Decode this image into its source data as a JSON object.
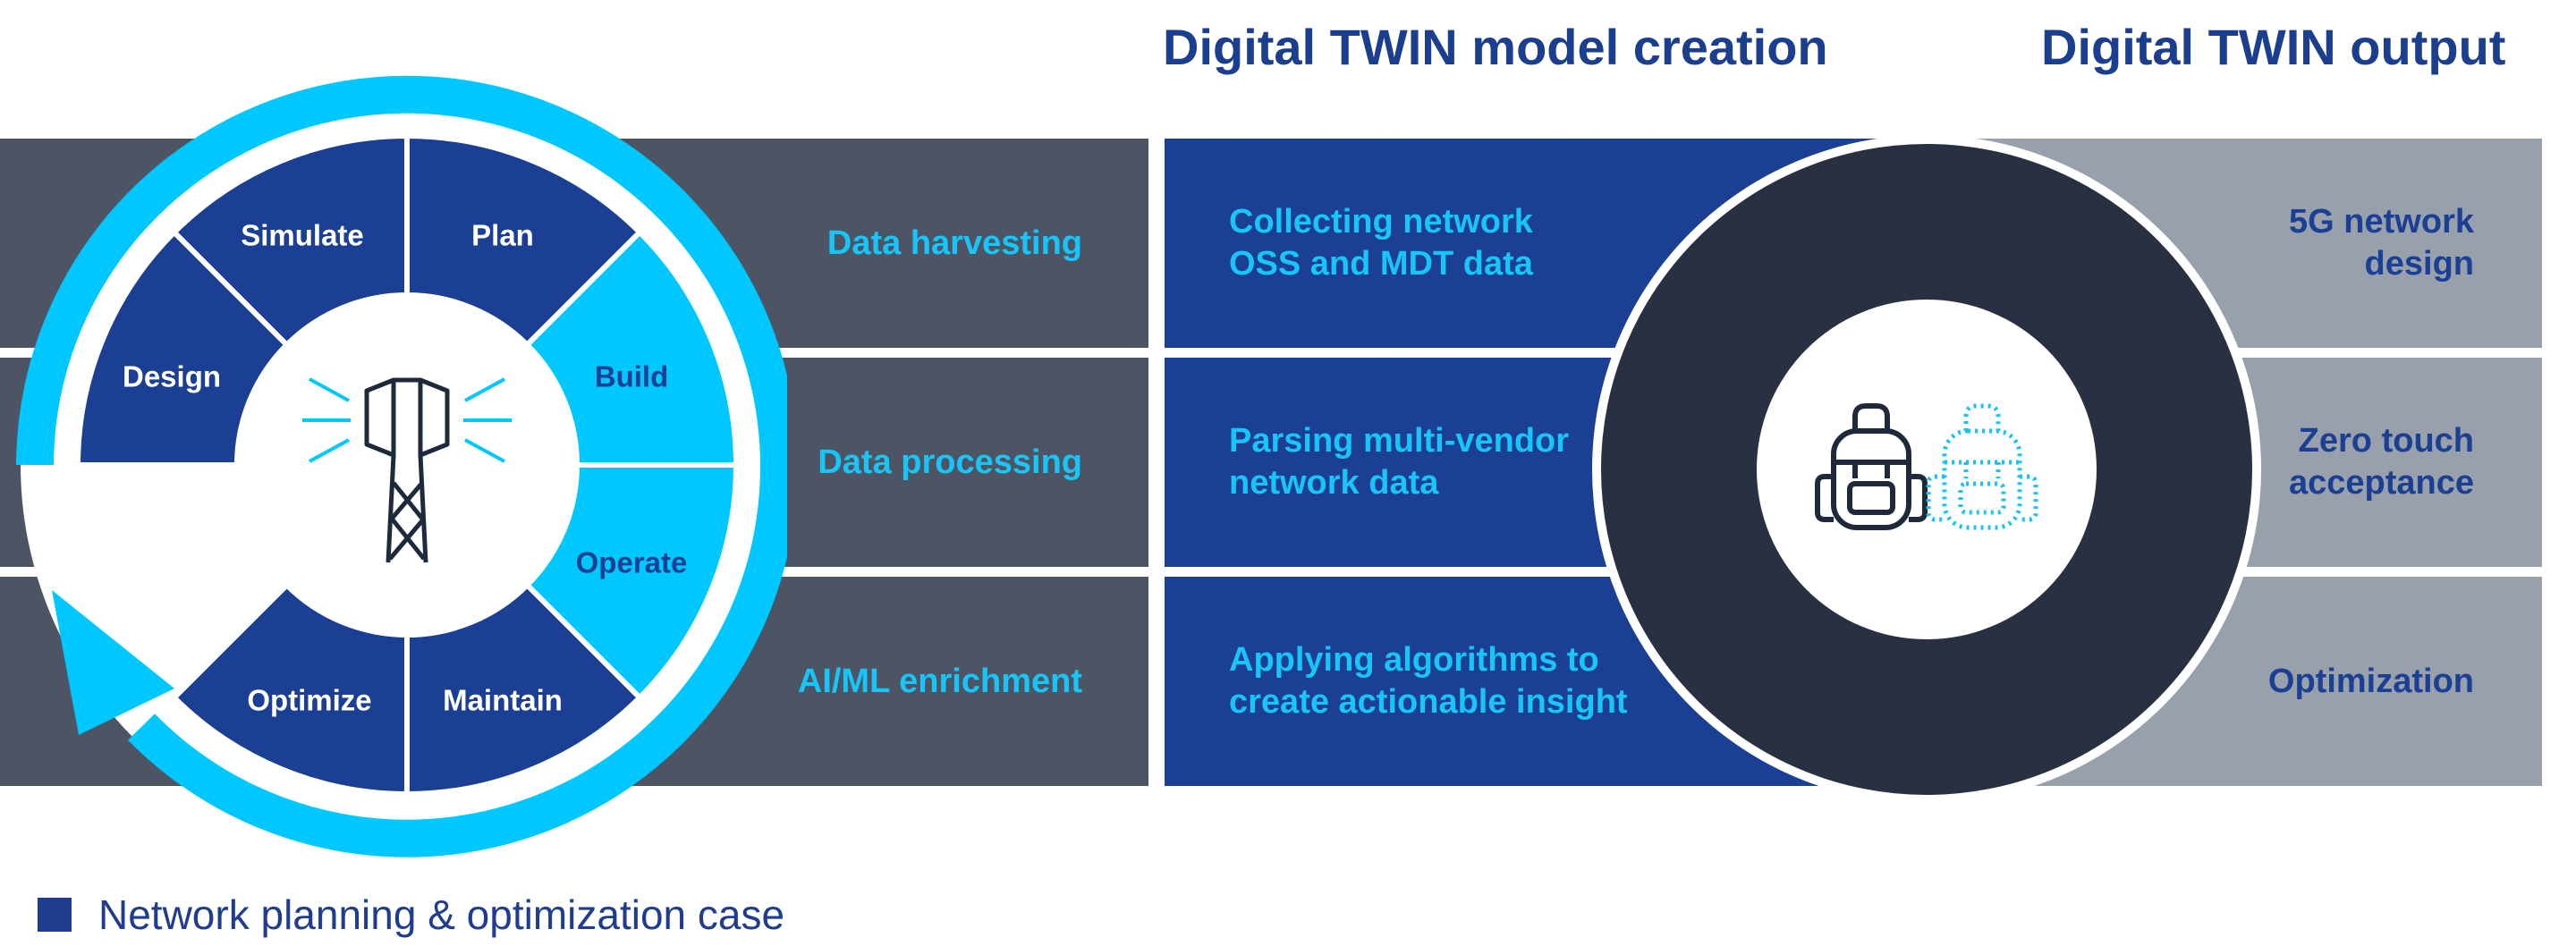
{
  "headings": {
    "model_creation": "Digital TWIN model creation",
    "output": "Digital TWIN output"
  },
  "cycle": {
    "segments": {
      "simulate": "Simulate",
      "plan": "Plan",
      "design": "Design",
      "build": "Build",
      "operate": "Operate",
      "optimize": "Optimize",
      "maintain": "Maintain"
    },
    "highlighted_segments": [
      "Build",
      "Operate"
    ],
    "center_icon": "cell-tower-icon"
  },
  "steps": [
    {
      "name": "Data harvesting",
      "detail": [
        "Collecting network",
        "OSS and MDT data"
      ],
      "output": [
        "5G network",
        "design"
      ]
    },
    {
      "name": "Data processing",
      "detail": [
        "Parsing multi-vendor",
        "network data"
      ],
      "output": [
        "Zero touch",
        "acceptance"
      ]
    },
    {
      "name": "AI/ML enrichment",
      "detail": [
        "Applying algorithms to",
        "create actionable insight"
      ],
      "output": [
        "Optimization"
      ]
    }
  ],
  "hub": {
    "icons": [
      "backpack-icon",
      "backpack-dotted-icon"
    ]
  },
  "legend": {
    "label": "Network planning & optimization case"
  },
  "colors": {
    "dark_blue": "#1a3f93",
    "cyan": "#00c8ff",
    "slate": "#4d5564",
    "gray": "#98a0ac",
    "hub": "#283041",
    "heading": "#1b3f8e"
  }
}
